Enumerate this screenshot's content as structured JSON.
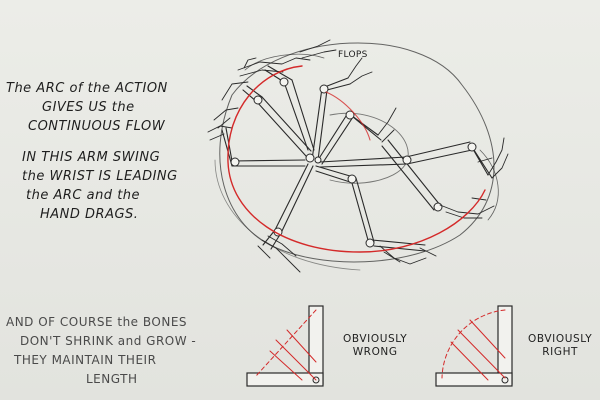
{
  "notes": {
    "arc": [
      "The ARC of the ACTION",
      "GIVES US the",
      "CONTINUOUS FLOW"
    ],
    "swing": [
      "IN THIS ARM SWING",
      "the WRIST IS LEADING",
      "the ARC and the",
      "HAND DRAGS."
    ],
    "bones": [
      "AND OF COURSE the BONES",
      "DON'T SHRINK and GROW -",
      "THEY MAINTAIN THEIR",
      "LENGTH"
    ]
  },
  "labels": {
    "flops": "FLOPS",
    "wrong": [
      "OBVIOUSLY",
      "WRONG"
    ],
    "right": [
      "OBVIOUSLY",
      "RIGHT"
    ]
  },
  "colors": {
    "pencil": "#2a2a2a",
    "arc_red": "#d42a2a",
    "paper": "#e8e9e4"
  }
}
